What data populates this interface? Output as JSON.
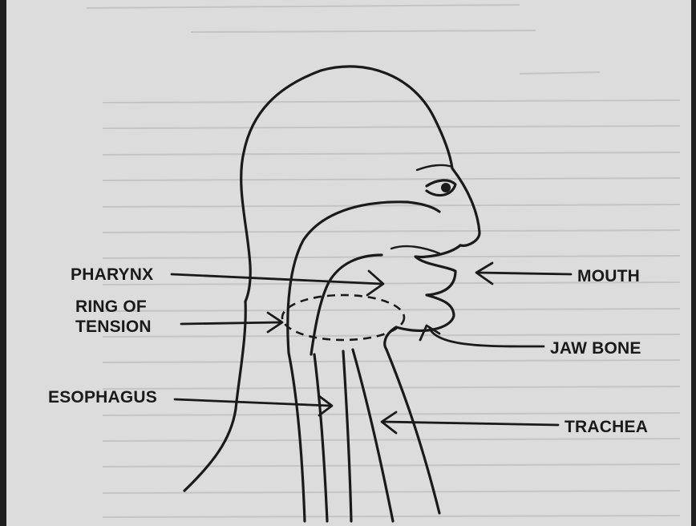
{
  "labels": {
    "pharynx": "PHARYNX",
    "ring_line1": "RING OF",
    "ring_line2": "TENSION",
    "esophagus": "ESOPHAGUS",
    "mouth": "MOUTH",
    "jaw_bone": "JAW BONE",
    "trachea": "TRACHEA"
  },
  "colors": {
    "ink": "#1a1a1a",
    "paper": "#dcdcdc",
    "frame": "#1e1e1e"
  }
}
